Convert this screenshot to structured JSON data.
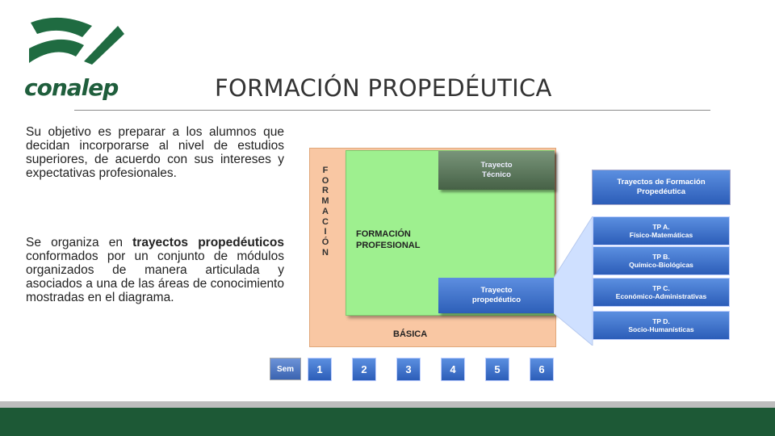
{
  "logo": {
    "text": "conalep"
  },
  "title": "FORMACIÓN PROPEDÉUTICA",
  "paragraphs": {
    "p1": "Su objetivo es preparar a los alumnos que decidan incorporarse al nivel de estudios superiores, de acuerdo con sus intereses y expectativas profesionales.",
    "p2_pre": "Se organiza en ",
    "p2_bold1": "trayectos propedéuticos",
    "p2_mid": " conformados por un conjunto de módulos organizados de manera articulada y asociados a una de las áreas de conocimiento mostradas en el diagrama."
  },
  "diagram": {
    "vertical_letters": [
      "F",
      "O",
      "R",
      "M",
      "A",
      "C",
      "I",
      "Ó",
      "N"
    ],
    "formacion_profesional": [
      "FORMACIÓN",
      "PROFESIONAL"
    ],
    "basica": "BÁSICA",
    "trayecto_tecnico": [
      "Trayecto",
      "Técnico"
    ],
    "trayecto_propedeutico": [
      "Trayecto",
      "propedéutico"
    ],
    "right_title": [
      "Trayectos de Formación",
      "Propedéutica"
    ],
    "options": [
      {
        "code": "TP  A.",
        "name": "Físico-Matemáticas"
      },
      {
        "code": "TP  B.",
        "name": "Químico-Biológicas"
      },
      {
        "code": "TP  C.",
        "name": "Económico-Administrativas"
      },
      {
        "code": "TP  D.",
        "name": "Socio-Humanísticas"
      }
    ],
    "sem_label": "Sem",
    "semesters": [
      "1",
      "2",
      "3",
      "4",
      "5",
      "6"
    ]
  }
}
